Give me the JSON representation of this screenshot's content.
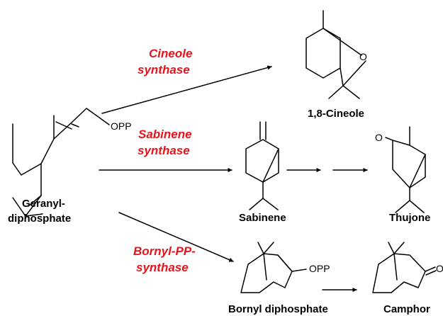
{
  "colors": {
    "enzyme": "#e8141c",
    "ink": "#000000"
  },
  "substrate": {
    "line1": "Geranyl-",
    "line2": "diphosphate",
    "atom_opp": "OPP"
  },
  "enzymes": {
    "cineole": {
      "line1": "Cineole",
      "line2": "synthase"
    },
    "sabinene": {
      "line1": "Sabinene",
      "line2": "synthase"
    },
    "bornyl": {
      "line1": "Bornyl-PP-",
      "line2": "synthase"
    }
  },
  "products": {
    "cineole": {
      "name": "1,8-Cineole",
      "atom_o": "O"
    },
    "sabinene": {
      "name": "Sabinene"
    },
    "thujone": {
      "name": "Thujone",
      "atom_o": "O"
    },
    "bornyl_diphosphate": {
      "name": "Bornyl diphosphate",
      "atom_opp": "OPP"
    },
    "camphor": {
      "name": "Camphor",
      "atom_o": "O"
    }
  }
}
